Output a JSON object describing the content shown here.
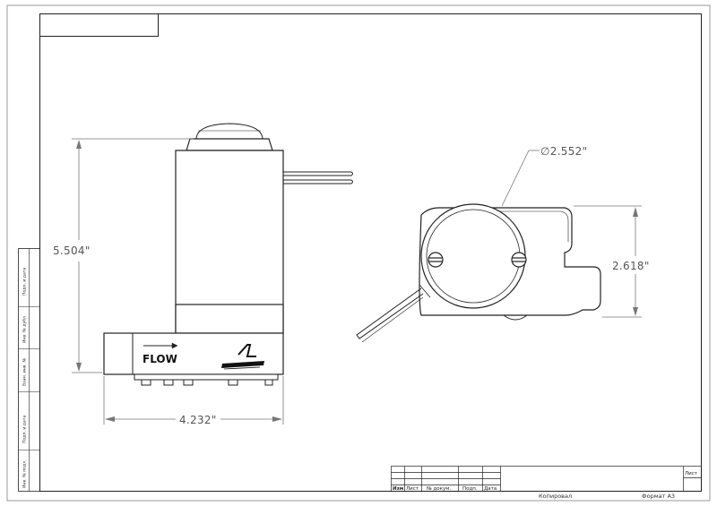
{
  "drawing": {
    "dimensions": {
      "height": "5.504\"",
      "width": "4.232\"",
      "diameter": "∅2.552\"",
      "side_height": "2.618\""
    },
    "part_labels": {
      "flow": "FLOW"
    },
    "logo_icon": "aeromotive-logo-icon",
    "side_strip": [
      "Подп. и дата",
      "Инв. № дубл.",
      "Взам. инв. №",
      "Подп. и дата",
      "Инв. № подл."
    ],
    "title_block": {
      "headers": [
        "Изм",
        "Лист",
        "№ докум.",
        "Подп.",
        "Дата"
      ],
      "sheet_label": "Лист",
      "copied": "Копировал",
      "format": "Формат А3"
    }
  }
}
